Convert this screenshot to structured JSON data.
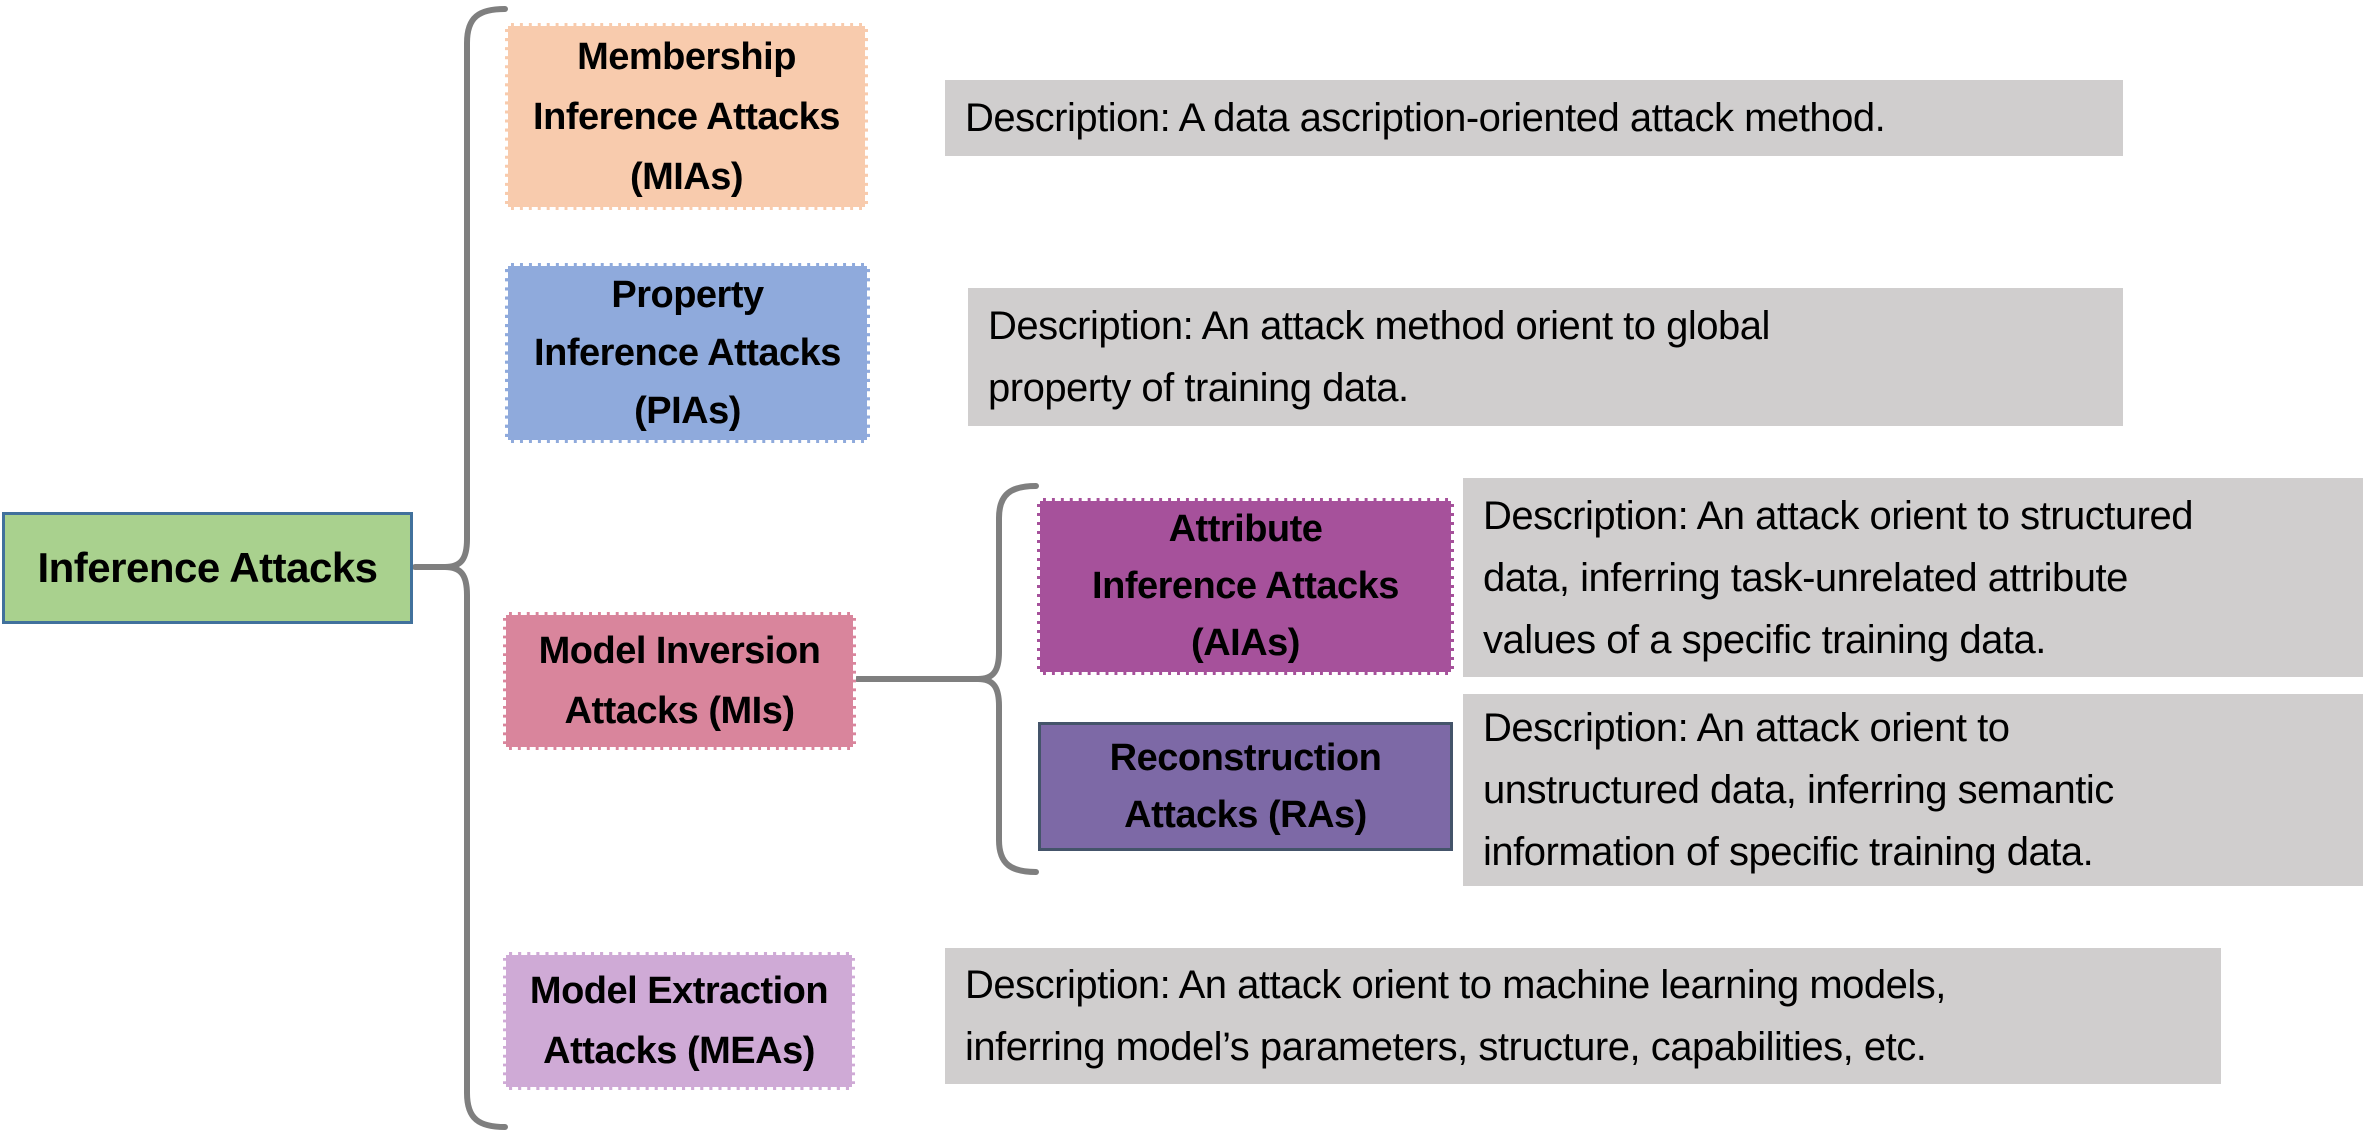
{
  "colors": {
    "root_fill": "#A9D18E",
    "root_border": "#41719C",
    "mia_fill": "#F8CBAD",
    "pia_fill": "#8FAADC",
    "mi_fill": "#D9859C",
    "aia_fill": "#A6519B",
    "ra_fill": "#7D69A6",
    "ra_border": "#44546A",
    "mea_fill": "#CFAAD6",
    "desc_fill": "#D0CECE",
    "brace": "#7F7F7F",
    "dashed_border": "#FFFFFF",
    "text": "#000000"
  },
  "root": {
    "label": "Inference Attacks"
  },
  "nodes": {
    "mia": {
      "lines": [
        "Membership",
        "Inference Attacks",
        "(MIAs)"
      ],
      "desc": [
        "Description: A data ascription-oriented attack method."
      ]
    },
    "pia": {
      "lines": [
        "Property",
        "Inference Attacks",
        "(PIAs)"
      ],
      "desc": [
        "Description: An attack method orient to global",
        "property of training data."
      ]
    },
    "mi": {
      "lines": [
        "Model Inversion",
        "Attacks (MIs)"
      ]
    },
    "aia": {
      "lines": [
        "Attribute",
        "Inference Attacks",
        "(AIAs)"
      ],
      "desc": [
        "Description: An attack orient to structured",
        "data, inferring task-unrelated attribute",
        "values of a specific training data."
      ]
    },
    "ra": {
      "lines": [
        "Reconstruction",
        "Attacks (RAs)"
      ],
      "desc": [
        "Description: An attack orient to",
        "unstructured data, inferring semantic",
        "information of specific training data."
      ]
    },
    "mea": {
      "lines": [
        "Model Extraction",
        "Attacks (MEAs)"
      ],
      "desc": [
        "Description: An attack orient to machine learning models,",
        "inferring model’s parameters, structure, capabilities, etc."
      ]
    }
  }
}
